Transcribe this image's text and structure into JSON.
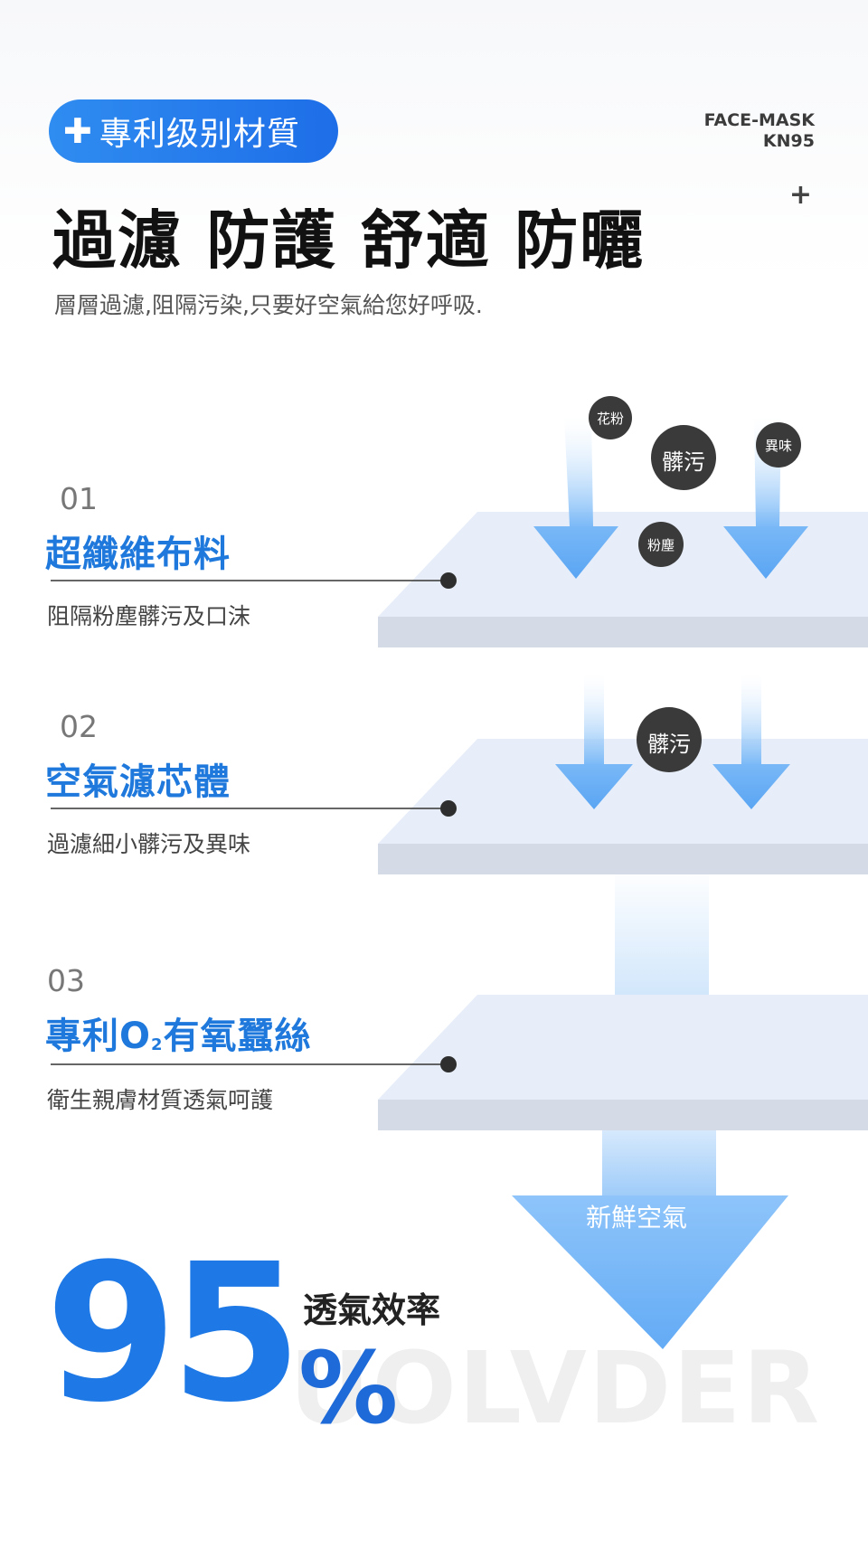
{
  "header": {
    "badge_icon": "plus-icon",
    "badge_label": "專利级别材質",
    "brand_line1": "FACE-MASK",
    "brand_line2": "KN95",
    "headline": "過濾 防護 舒適 防曬",
    "subline": "層層過濾,阻隔污染,只要好空氣給您好呼吸."
  },
  "layers": [
    {
      "number": "01",
      "title": "超纖維布料",
      "description": "阻隔粉塵髒污及口沫"
    },
    {
      "number": "02",
      "title": "空氣濾芯體",
      "description": "過濾細小髒污及異味"
    },
    {
      "number": "03",
      "title_prefix": "專利O",
      "title_sub": "2",
      "title_suffix": "有氧蠶絲",
      "description": "衛生親膚材質透氣呵護"
    }
  ],
  "particles": {
    "pollen": "花粉",
    "dirt": "髒污",
    "odor": "異味",
    "dust": "粉塵"
  },
  "fresh_air": "新鮮空氣",
  "efficiency": {
    "value": "95",
    "unit": "%",
    "label": "透氣效率"
  },
  "watermark": "UOLVDER",
  "colors": {
    "accent": "#1f79dc",
    "arrow": "#6db3f8",
    "layer_top": "#e7eef9",
    "layer_side": "#d5dbe6",
    "particle": "#3a3a3a"
  }
}
